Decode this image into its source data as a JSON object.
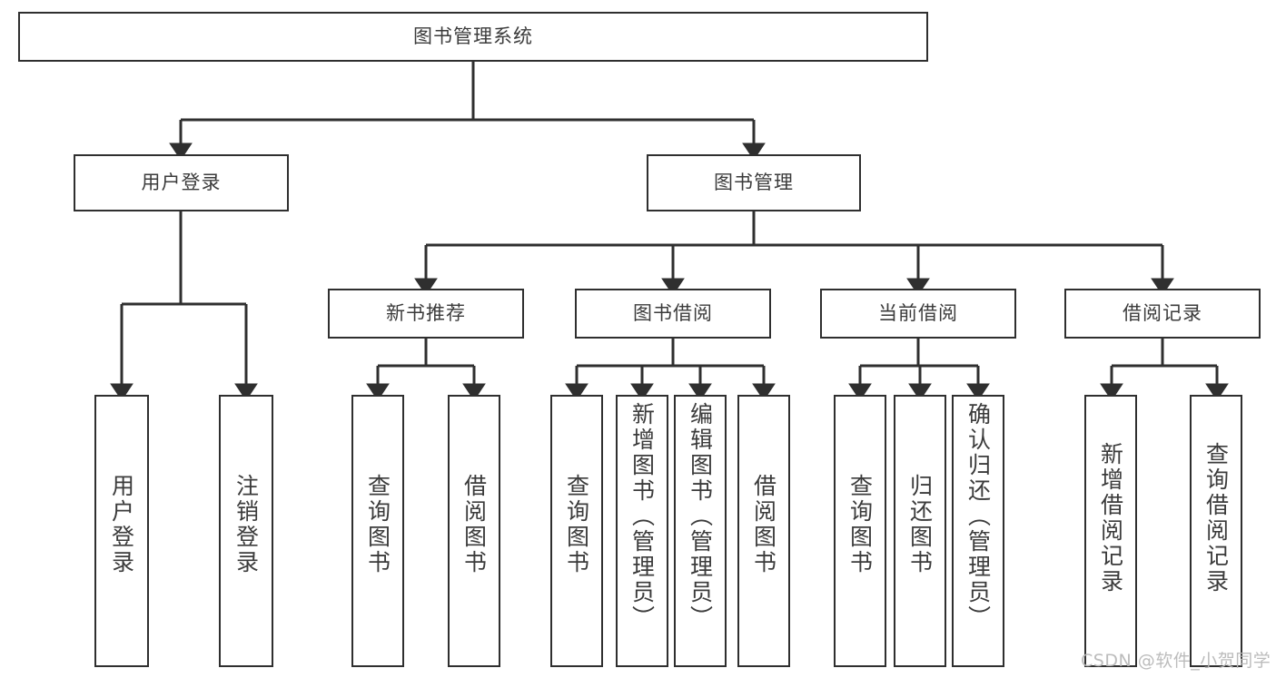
{
  "diagram": {
    "title": "图书管理系统",
    "type": "tree",
    "colors": {
      "stroke": "#2f2f2f",
      "fill": "#ffffff",
      "text": "#3b3b3b",
      "watermark": "#b9b9b9"
    },
    "root": {
      "label": "图书管理系统"
    },
    "level1": [
      {
        "label": "用户登录"
      },
      {
        "label": "图书管理"
      }
    ],
    "level2": [
      {
        "label": "新书推荐"
      },
      {
        "label": "图书借阅"
      },
      {
        "label": "当前借阅"
      },
      {
        "label": "借阅记录"
      }
    ],
    "leaves": {
      "user_login": [
        {
          "label": "用户登录"
        },
        {
          "label": "注销登录"
        }
      ],
      "new_book_recommend": [
        {
          "label": "查询图书"
        },
        {
          "label": "借阅图书"
        }
      ],
      "book_borrow": [
        {
          "label": "查询图书"
        },
        {
          "label": "新增图书（管理员）"
        },
        {
          "label": "编辑图书（管理员）"
        },
        {
          "label": "借阅图书"
        }
      ],
      "current_borrow": [
        {
          "label": "查询图书"
        },
        {
          "label": "归还图书"
        },
        {
          "label": "确认归还（管理员）"
        }
      ],
      "borrow_record": [
        {
          "label": "新增借阅记录"
        },
        {
          "label": "查询借阅记录"
        }
      ]
    }
  },
  "watermark": {
    "text": "CSDN @软件_小贺同学"
  }
}
